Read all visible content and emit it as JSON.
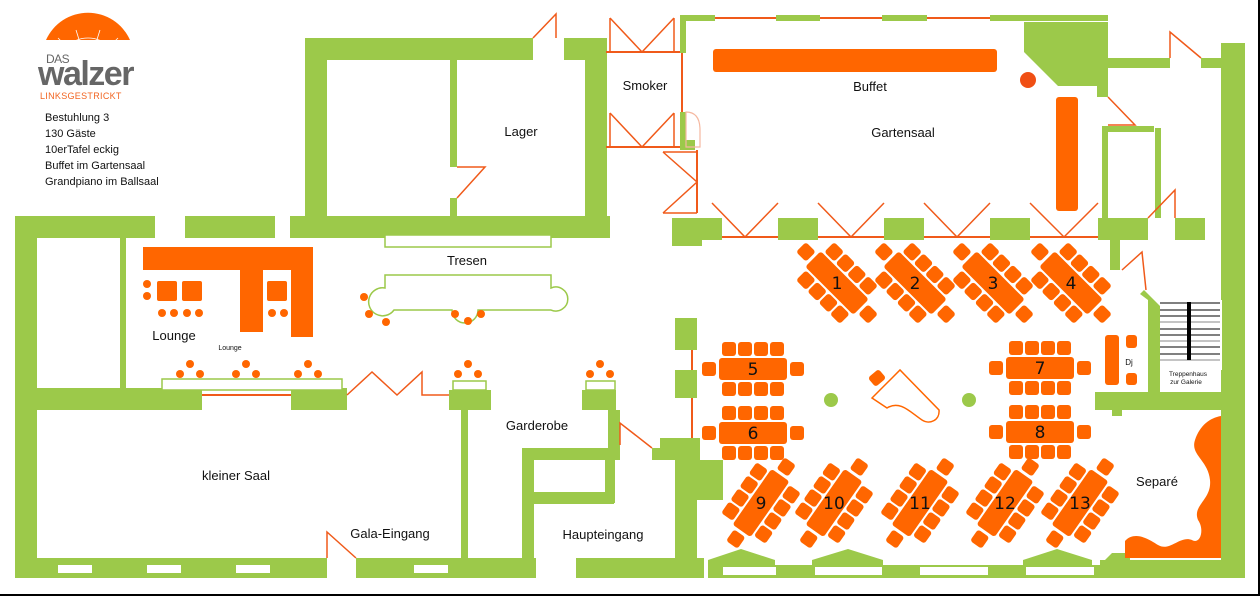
{
  "logo": {
    "das": "DAS",
    "name": "walzer",
    "tagline": "LINKSGESTRICKT"
  },
  "info": {
    "lines": [
      "Bestuhlung 3",
      "130 Gäste",
      "10erTafel eckig",
      "Buffet im Gartensaal",
      "Grandpiano im Ballsaal"
    ]
  },
  "rooms": {
    "lager": "Lager",
    "smoker": "Smoker",
    "buffet": "Buffet",
    "gartensaal": "Gartensaal",
    "tresen": "Tresen",
    "lounge": "Lounge",
    "lounge_small": "Lounge",
    "kleiner_saal": "kleiner Saal",
    "gala_eingang": "Gala-Eingang",
    "garderobe": "Garderobe",
    "haupteingang": "Haupteingang",
    "separe": "Separé",
    "dj": "Dj",
    "treppenhaus_1": "Treppenhaus",
    "treppenhaus_2": "zur Galerie"
  },
  "tables": {
    "t1": "1",
    "t2": "2",
    "t3": "3",
    "t4": "4",
    "t5": "5",
    "t6": "6",
    "t7": "7",
    "t8": "8",
    "t9": "9",
    "t10": "10",
    "t11": "11",
    "t12": "12",
    "t13": "13"
  },
  "colors": {
    "wall": "#9cc94a",
    "furniture": "#ff6600",
    "door": "#f05a1a"
  }
}
